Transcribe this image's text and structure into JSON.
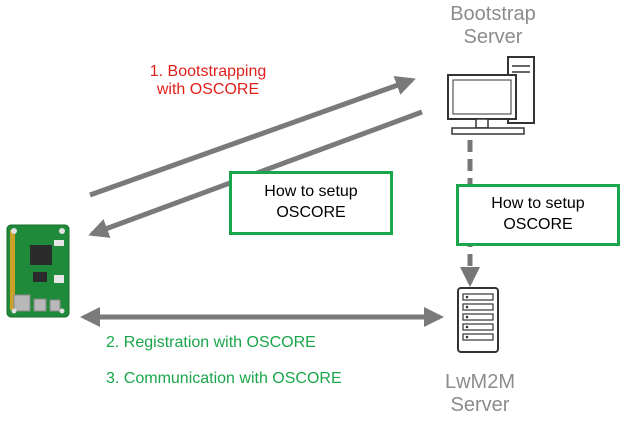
{
  "colors": {
    "arrow": "#7a7a7a",
    "dashed_link": "#777777",
    "red_text": "#e0201b",
    "green_text": "#1aa64a",
    "gray_text": "#8c8c8c",
    "box_border": "#1aa64a"
  },
  "nodes": {
    "bootstrap_server": {
      "line1": "Bootstrap",
      "line2": "Server",
      "icon": "desktop-computer-icon"
    },
    "lwm2m_server": {
      "line1": "LwM2M",
      "line2": "Server",
      "icon": "server-rack-icon"
    },
    "client_device": {
      "icon": "raspberry-pi-board-icon"
    }
  },
  "labels": {
    "bootstrapping_line1": "1. Bootstrapping",
    "bootstrapping_line2": "with OSCORE",
    "registration": "2. Registration with OSCORE",
    "communication": "3. Communication with OSCORE"
  },
  "boxes": {
    "left_line1": "How to setup",
    "left_line2": "OSCORE",
    "right_line1": "How to setup",
    "right_line2": "OSCORE"
  }
}
